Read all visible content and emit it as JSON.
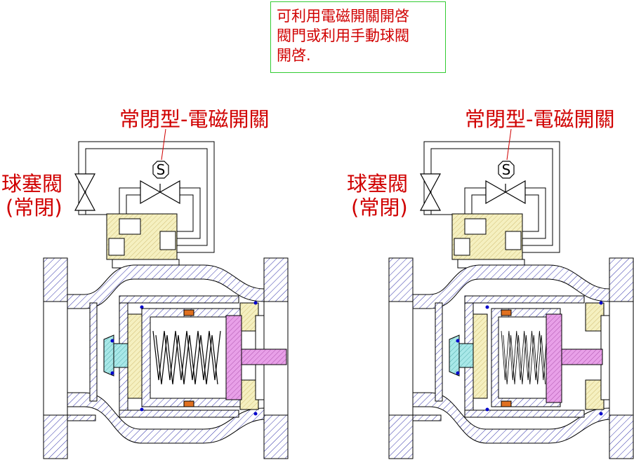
{
  "note": {
    "lines": [
      "可利用電磁開關開啓",
      "閥門或利用手動球閥",
      "開啓."
    ]
  },
  "left_diagram": {
    "solenoid_label": "常閉型-電磁開關",
    "ball_valve_label_1": "球塞閥",
    "ball_valve_label_2": "(常閉)",
    "solenoid_symbol": "S"
  },
  "right_diagram": {
    "solenoid_label": "常閉型-電磁開關",
    "ball_valve_label_1": "球塞閥",
    "ball_valve_label_2": "(常閉)",
    "solenoid_symbol": "S"
  },
  "colors": {
    "label_text": "#d00000",
    "note_border": "#33cc33",
    "body_hatch": "#3333aa",
    "yellow_part": "#f5f0c0",
    "cyan_part": "#a8e8e8",
    "magenta_part": "#e890e8"
  }
}
